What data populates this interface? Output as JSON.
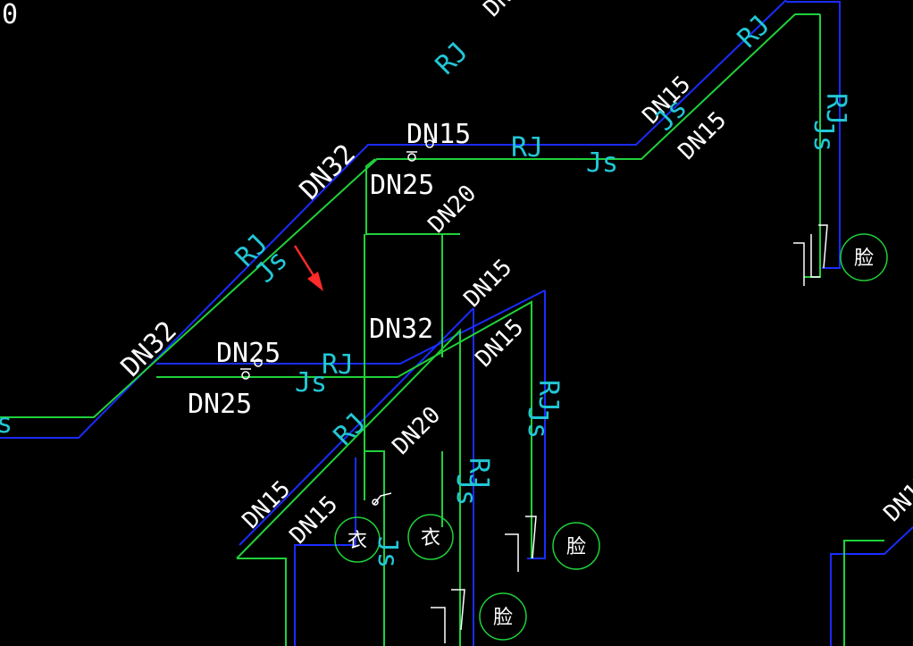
{
  "colors": {
    "background": "#000000",
    "pipe_rj": "#1a2cff",
    "pipe_js": "#1fd13a",
    "label_white": "#ffffff",
    "label_cyan": "#22c7d6",
    "arrow": "#ff2a2a"
  },
  "labels": {
    "dn32_upper": "DN32",
    "dn32_lower": "DN32",
    "dn32_vertical": "DN32",
    "dn25_top": "DN25",
    "dn25_mid_a": "DN25",
    "dn25_mid_b": "DN25",
    "dn20_top": "DN20",
    "dn20_mid": "DN20",
    "dn15_top_a": "DN15",
    "dn15_top_b": "DN15",
    "dn15_top_c": "DN15",
    "dn15_mid_a": "DN15",
    "dn15_mid_b": "DN15",
    "dn15_low_a": "DN15",
    "dn15_low_b": "DN15",
    "dn15_right": "DN15",
    "top_partial": "DN",
    "rj": "RJ",
    "js": "Js",
    "s_edge": "s",
    "zero": "0",
    "fixture_basin": "脸",
    "fixture_washer": "衣"
  }
}
